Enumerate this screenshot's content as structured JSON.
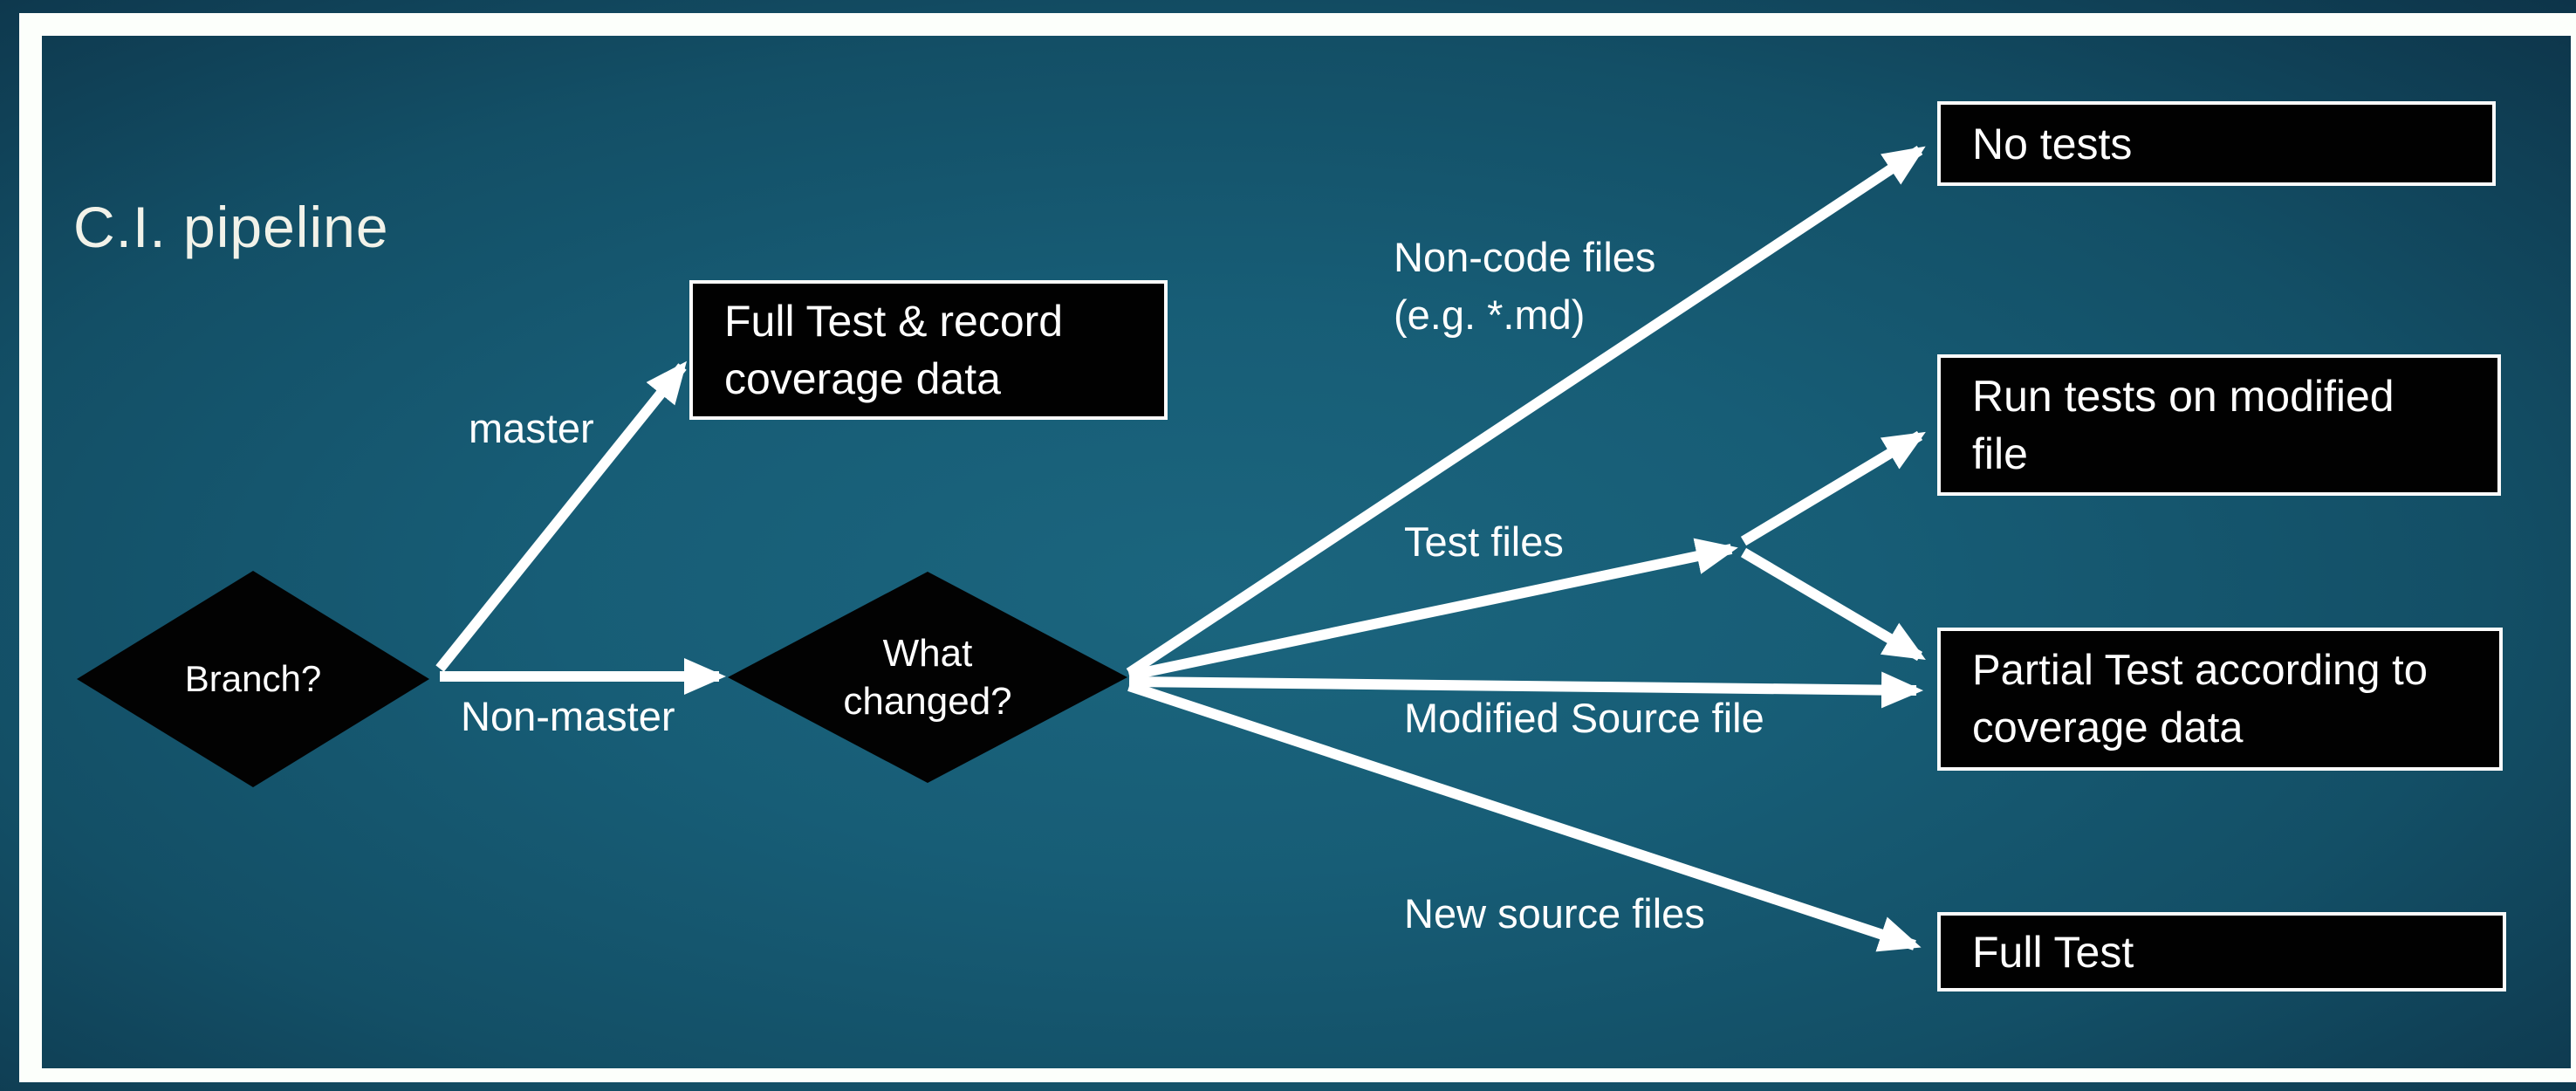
{
  "slide": {
    "title": "C.I. pipeline",
    "colors": {
      "background_center": "#1b657e",
      "background_edge": "#0d3449",
      "frame": "#fcfffb",
      "node_fill": "#010101",
      "node_border": "#fbfbfb",
      "text": "#ffffff",
      "arrow": "#ffffff"
    }
  },
  "nodes": {
    "branch_diamond": {
      "label": "Branch?"
    },
    "changed_diamond": {
      "label": "What\nchanged?"
    },
    "full_record_box": {
      "label": "Full Test & record\ncoverage data"
    },
    "no_tests_box": {
      "label": "No tests"
    },
    "run_tests_box": {
      "label": "Run tests on modified\nfile"
    },
    "partial_box": {
      "label": "Partial Test according to\ncoverage data"
    },
    "full_test_box": {
      "label": "Full Test"
    }
  },
  "edge_labels": {
    "master": "master",
    "non_master": "Non-master",
    "non_code": "Non-code files\n(e.g. *.md)",
    "test_files": "Test files",
    "modified_source": "Modified Source file",
    "new_source": "New source files"
  }
}
